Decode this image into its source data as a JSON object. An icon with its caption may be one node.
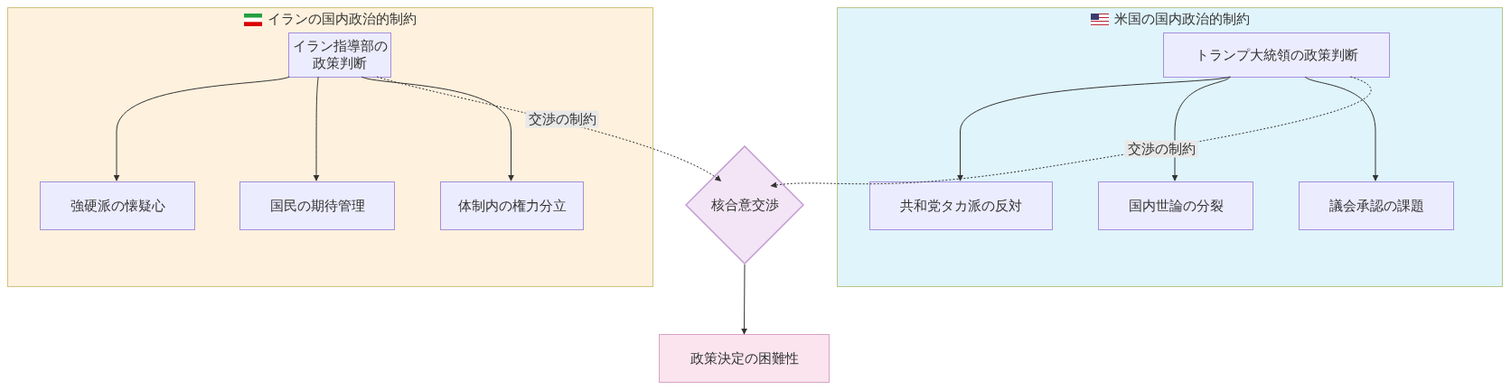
{
  "diagram": {
    "nodes": [
      {
        "text": [
          "イランの国内政治的制約"
        ]
      },
      {
        "text": [
          "イラン指導部の政策判断"
        ],
        "in": 0
      },
      {
        "text": [
          "強硬派の懐疑心"
        ],
        "in": 0
      },
      {
        "text": [
          "国民の期待管理"
        ],
        "in": 0
      },
      {
        "text": [
          "体制内の権力分立"
        ],
        "in": 0
      },
      {
        "text": [
          "核合意交渉"
        ]
      },
      {
        "text": [
          "米国の国内政治的制約"
        ]
      },
      {
        "text": [
          "トランプ大統領の政策判断"
        ],
        "in": 6
      },
      {
        "text": [
          "共和党タカ派の反対"
        ],
        "in": 6
      },
      {
        "text": [
          "国内世論の分裂"
        ],
        "in": 6
      },
      {
        "text": [
          "議会承認の課題"
        ],
        "in": 6
      },
      {
        "text": [
          "政策決定の困難性"
        ]
      }
    ],
    "edges": [
      {
        "from": 1,
        "to": 2,
        "arrow": "to"
      },
      {
        "from": 1,
        "to": 3,
        "arrow": "to"
      },
      {
        "from": 1,
        "to": 4,
        "arrow": "to"
      },
      {
        "from": 1,
        "to": 5,
        "arrow": "to",
        "label": "交渉の制約",
        "style": "dashed"
      },
      {
        "from": 7,
        "to": 8,
        "arrow": "to"
      },
      {
        "from": 7,
        "to": 9,
        "arrow": "to"
      },
      {
        "from": 7,
        "to": 10,
        "arrow": "to"
      },
      {
        "from": 7,
        "to": 5,
        "arrow": "to",
        "label": "交渉の制約",
        "style": "dashed"
      },
      {
        "from": 5,
        "to": 11,
        "arrow": "to"
      }
    ]
  }
}
